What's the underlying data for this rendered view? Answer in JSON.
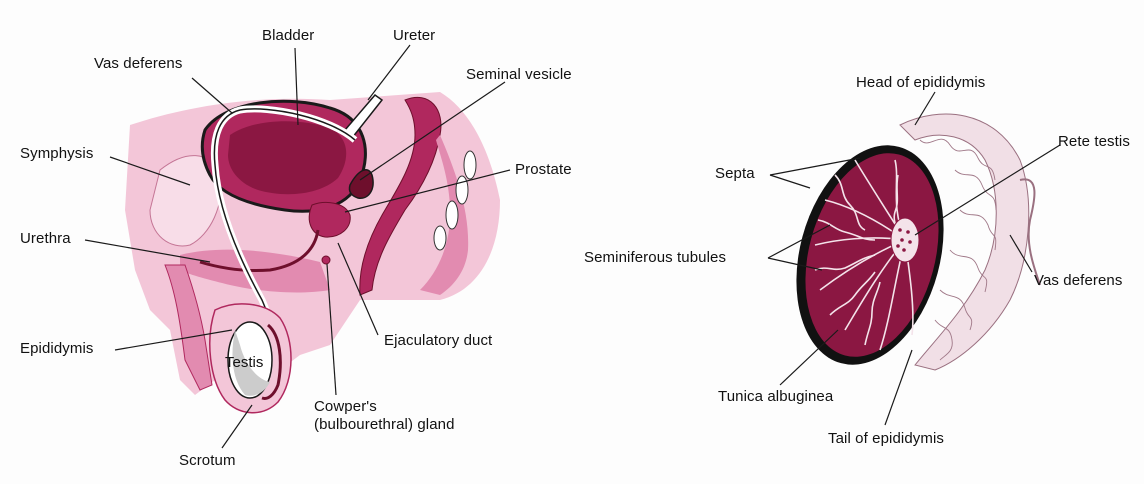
{
  "left_diagram": {
    "labels": {
      "bladder": "Bladder",
      "ureter": "Ureter",
      "vas_deferens": "Vas deferens",
      "seminal_vesicle": "Seminal vesicle",
      "symphysis": "Symphysis",
      "prostate": "Prostate",
      "urethra": "Urethra",
      "epididymis": "Epididymis",
      "testis": "Testis",
      "ejaculatory_duct": "Ejaculatory duct",
      "cowpers_line1": "Cowper's",
      "cowpers_line2": "(bulbourethral) gland",
      "scrotum": "Scrotum"
    }
  },
  "right_diagram": {
    "labels": {
      "head_of_epididymis": "Head of epididymis",
      "rete_testis": "Rete testis",
      "septa": "Septa",
      "seminiferous_tubules": "Seminiferous tubules",
      "vas_deferens": "Vas deferens",
      "tunica_albuginea": "Tunica albuginea",
      "tail_of_epididymis": "Tail of epididymis"
    }
  },
  "colors": {
    "pink_light": "#f3c6d8",
    "pink_mid": "#e28bb0",
    "pink_dark": "#b0285e",
    "maroon": "#6e0f2c",
    "line": "#1a1a1a"
  }
}
